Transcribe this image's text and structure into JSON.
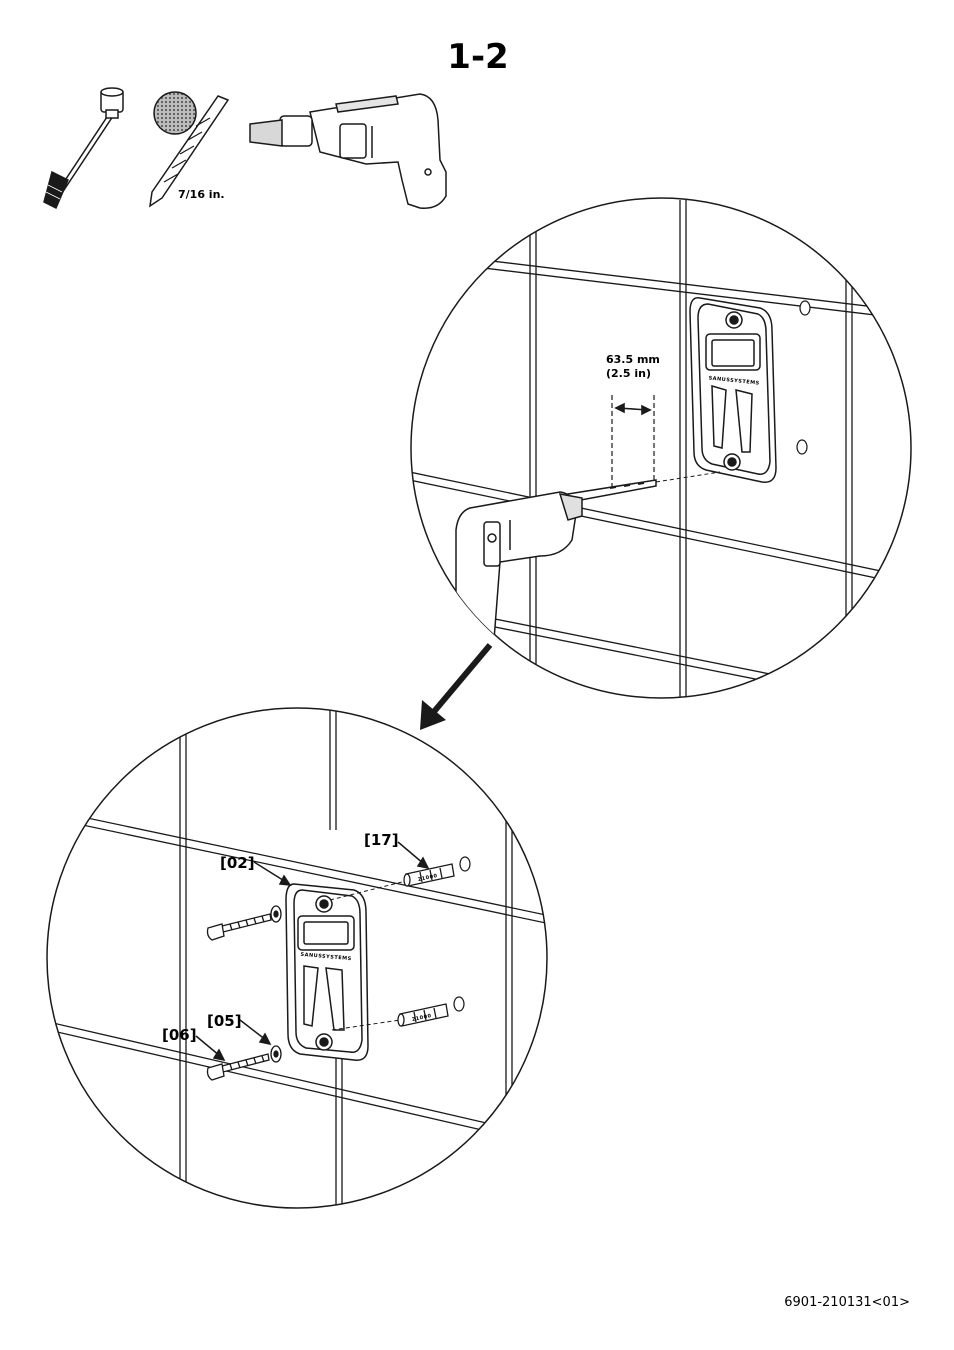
{
  "step": {
    "title": "1-2"
  },
  "tools": {
    "drill_bit_size": "7/16 in."
  },
  "detail_top": {
    "dimension_metric": "63.5 mm",
    "dimension_imperial": "(2.5 in)",
    "bracket_brand": "SANUSSYSTEMS"
  },
  "detail_bottom": {
    "part_bracket": "[02]",
    "part_anchor": "[17]",
    "part_washer": "[05]",
    "part_bolt": "[06]",
    "bracket_brand": "SANUSSYSTEMS",
    "anchor_mark": "21000"
  },
  "footer": {
    "doc_code": "6901-210131<01>"
  }
}
